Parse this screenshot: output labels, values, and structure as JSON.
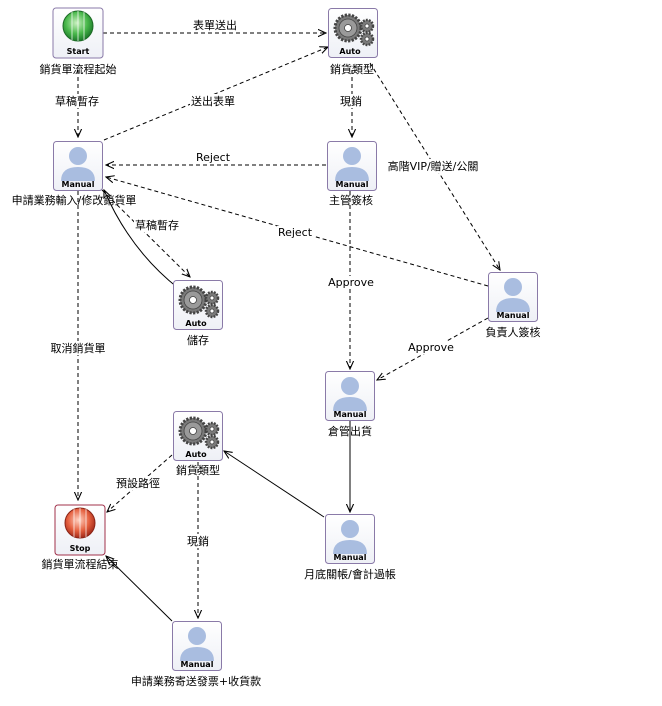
{
  "nodes": {
    "start": {
      "label": "銷貨單流程起始",
      "badge": "Start"
    },
    "auto_type1": {
      "label": "銷貨類型",
      "badge": "Auto"
    },
    "apply_edit": {
      "label": "申請業務輸入/修改銷貨單",
      "badge": "Manual"
    },
    "supervisor": {
      "label": "主管簽核",
      "badge": "Manual"
    },
    "save": {
      "label": "儲存",
      "badge": "Auto"
    },
    "responsible": {
      "label": "負責人簽核",
      "badge": "Manual"
    },
    "warehouse": {
      "label": "倉管出貨",
      "badge": "Manual"
    },
    "auto_type2": {
      "label": "銷貨類型",
      "badge": "Auto"
    },
    "stop": {
      "label": "銷貨單流程結束",
      "badge": "Stop"
    },
    "month_end": {
      "label": "月底關帳/會計過帳",
      "badge": "Manual"
    },
    "invoice": {
      "label": "申請業務寄送發票+收貨款",
      "badge": "Manual"
    }
  },
  "edges": {
    "submit_form": "表單送出",
    "draft_save1": "草稿暫存",
    "send_form": "送出表單",
    "cash_sale1": "現銷",
    "high_vip": "高階VIP/贈送/公關",
    "reject1": "Reject",
    "draft_save2": "草稿暫存",
    "reject2": "Reject",
    "approve1": "Approve",
    "cancel": "取消銷貨單",
    "approve2": "Approve",
    "default_path": "預設路徑",
    "cash_sale2": "現銷"
  },
  "colors": {
    "start_green": "#3cb44a",
    "stop_red": "#e2533b",
    "manual_blue": "#a9bde0",
    "box_border": "#8a7aa8"
  }
}
